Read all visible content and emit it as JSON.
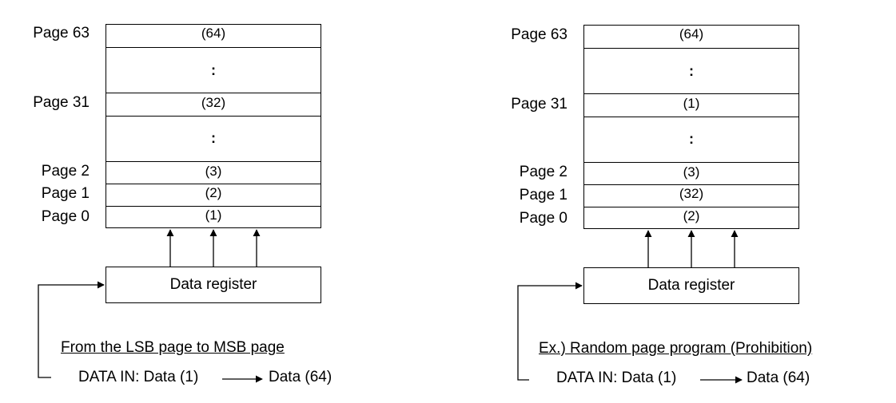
{
  "diagrams": [
    {
      "page_labels": {
        "page63": "Page 63",
        "page31": "Page 31",
        "page2": "Page 2",
        "page1": "Page 1",
        "page0": "Page 0"
      },
      "cells": {
        "page63": "(64)",
        "gap_upper": ":",
        "page31": "(32)",
        "gap_lower": ":",
        "page2": "(3)",
        "page1": "(2)",
        "page0": "(1)"
      },
      "register_label": "Data register",
      "caption": "From the LSB page to MSB page",
      "data_in_prefix": "DATA IN: Data (1)",
      "data_in_end": "Data (64)"
    },
    {
      "page_labels": {
        "page63": "Page 63",
        "page31": "Page 31",
        "page2": "Page 2",
        "page1": "Page 1",
        "page0": "Page 0"
      },
      "cells": {
        "page63": "(64)",
        "gap_upper": ":",
        "page31": "(1)",
        "gap_lower": ":",
        "page2": "(3)",
        "page1": "(32)",
        "page0": "(2)"
      },
      "register_label": "Data register",
      "caption": "Ex.) Random page program (Prohibition)",
      "data_in_prefix": "DATA IN: Data (1)",
      "data_in_end": "Data (64)"
    }
  ]
}
